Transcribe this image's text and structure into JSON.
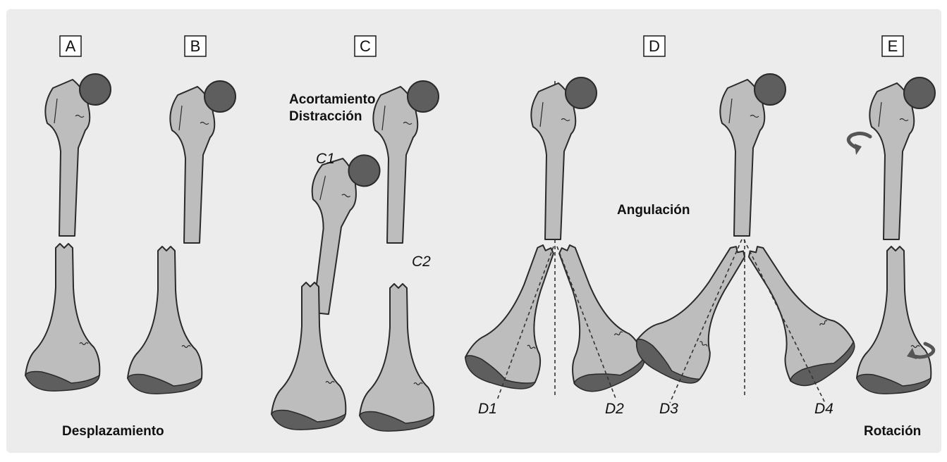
{
  "panels": [
    {
      "id": "A",
      "label": "A"
    },
    {
      "id": "B",
      "label": "B"
    },
    {
      "id": "C",
      "label": "C"
    },
    {
      "id": "D",
      "label": "D"
    },
    {
      "id": "E",
      "label": "E"
    }
  ],
  "captions": {
    "desplazamiento": "Desplazamiento",
    "acortamiento": "Acortamiento",
    "distraccion": "Distracción",
    "angulacion": "Angulación",
    "rotacion": "Rotación"
  },
  "sublabels": {
    "c1": "C1",
    "c2": "C2",
    "d1": "D1",
    "d2": "D2",
    "d3": "D3",
    "d4": "D4"
  },
  "colors": {
    "background": "#ececec",
    "bone": "#bdbdbd",
    "femoral_head": "#5e5e5e",
    "outline": "#2a2a2a"
  }
}
